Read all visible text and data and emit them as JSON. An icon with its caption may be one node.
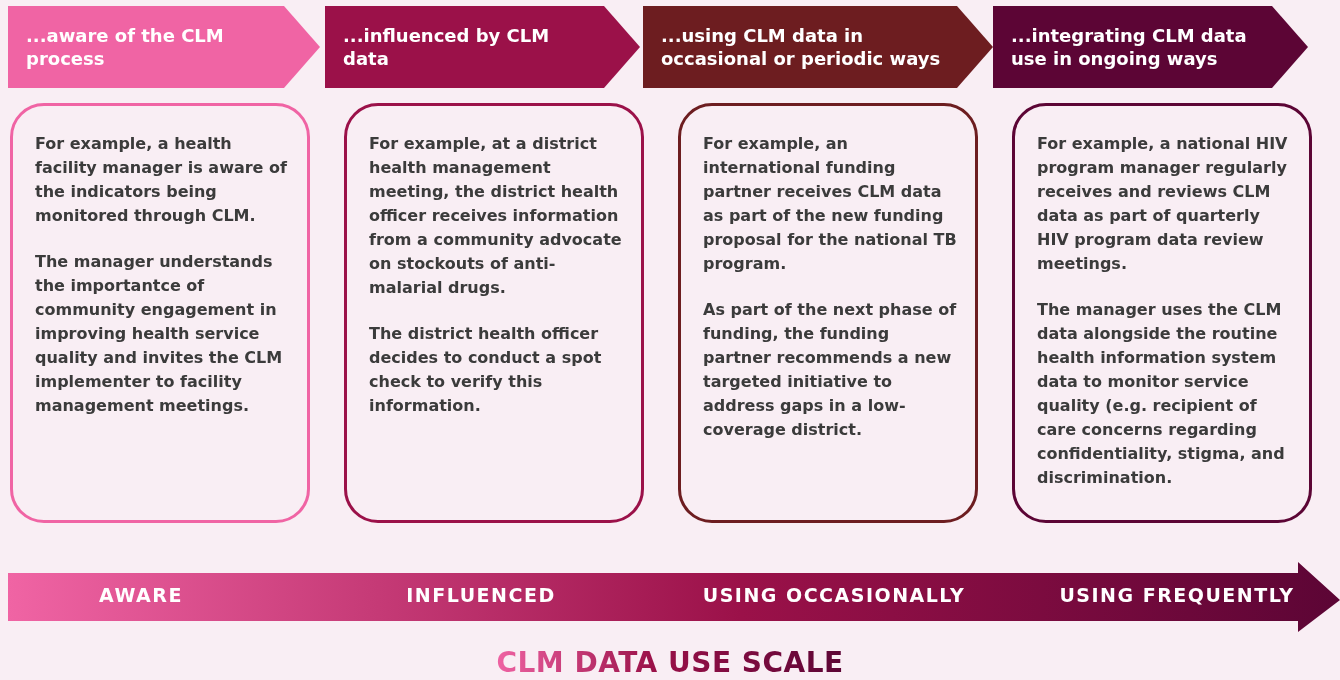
{
  "diagram": {
    "title": "CLM DATA USE SCALE",
    "nodes": [
      {
        "text": [
          "...aware of the CLM process"
        ]
      },
      {
        "text": [
          "...influenced by CLM data"
        ]
      },
      {
        "text": [
          "...using CLM data in occasional or periodic ways"
        ]
      },
      {
        "text": [
          "...integrating CLM data use in ongoing ways"
        ]
      },
      {
        "text": [
          "For example, a health facility manager is aware of the indicators being monitored through CLM.",
          "The manager understands the importantce of community engagement in improving health service quality and invites the CLM implementer to facility management meetings."
        ]
      },
      {
        "text": [
          "For example, at a district health management meeting, the district health officer receives information from a community advocate on stockouts of anti-malarial drugs.",
          "The district health officer decides to conduct a spot check to verify this information."
        ]
      },
      {
        "text": [
          "For example, an international funding partner receives CLM data as part of the new funding proposal for the national TB program.",
          "As part of the next phase of funding, the funding partner recommends a new targeted initiative to address gaps in a low-coverage district."
        ]
      },
      {
        "text": [
          "For example, a national HIV program manager regularly receives and reviews CLM data as part of quarterly HIV program data review meetings.",
          "The manager uses the CLM data alongside the routine health information system data to monitor service quality (e.g. recipient of care concerns regarding confidentiality, stigma, and discrimination."
        ]
      }
    ],
    "labels": [
      "AWARE",
      "INFLUENCED",
      "USING OCCASIONALLY",
      "USING FREQUENTLY"
    ]
  }
}
